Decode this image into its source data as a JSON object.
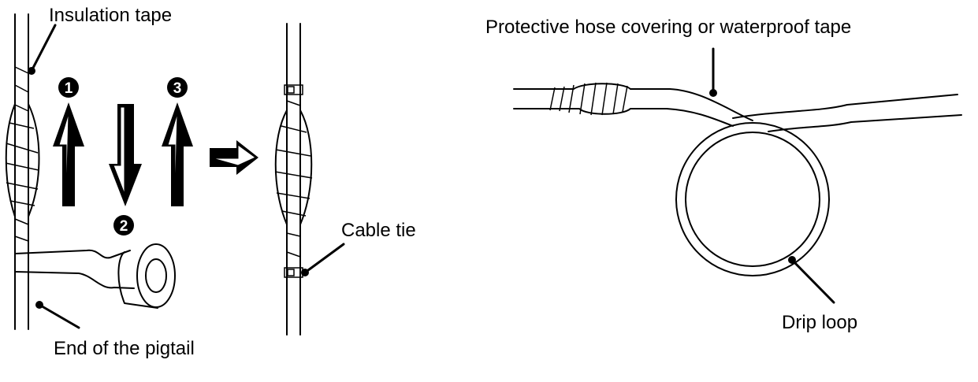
{
  "labels": {
    "insulation_tape": "Insulation tape",
    "end_of_pigtail": "End of the pigtail",
    "cable_tie": "Cable tie",
    "protective_hose": "Protective hose covering or waterproof tape",
    "drip_loop": "Drip loop"
  },
  "steps": [
    "1",
    "2",
    "3"
  ],
  "icons": {
    "step_up_arrow": "up-arrow-icon",
    "step_down_arrow": "down-arrow-icon",
    "next_arrow": "right-arrow-icon",
    "tape_roll": "tape-roll-icon"
  },
  "colors": {
    "ink": "#000000",
    "paper": "#ffffff"
  }
}
